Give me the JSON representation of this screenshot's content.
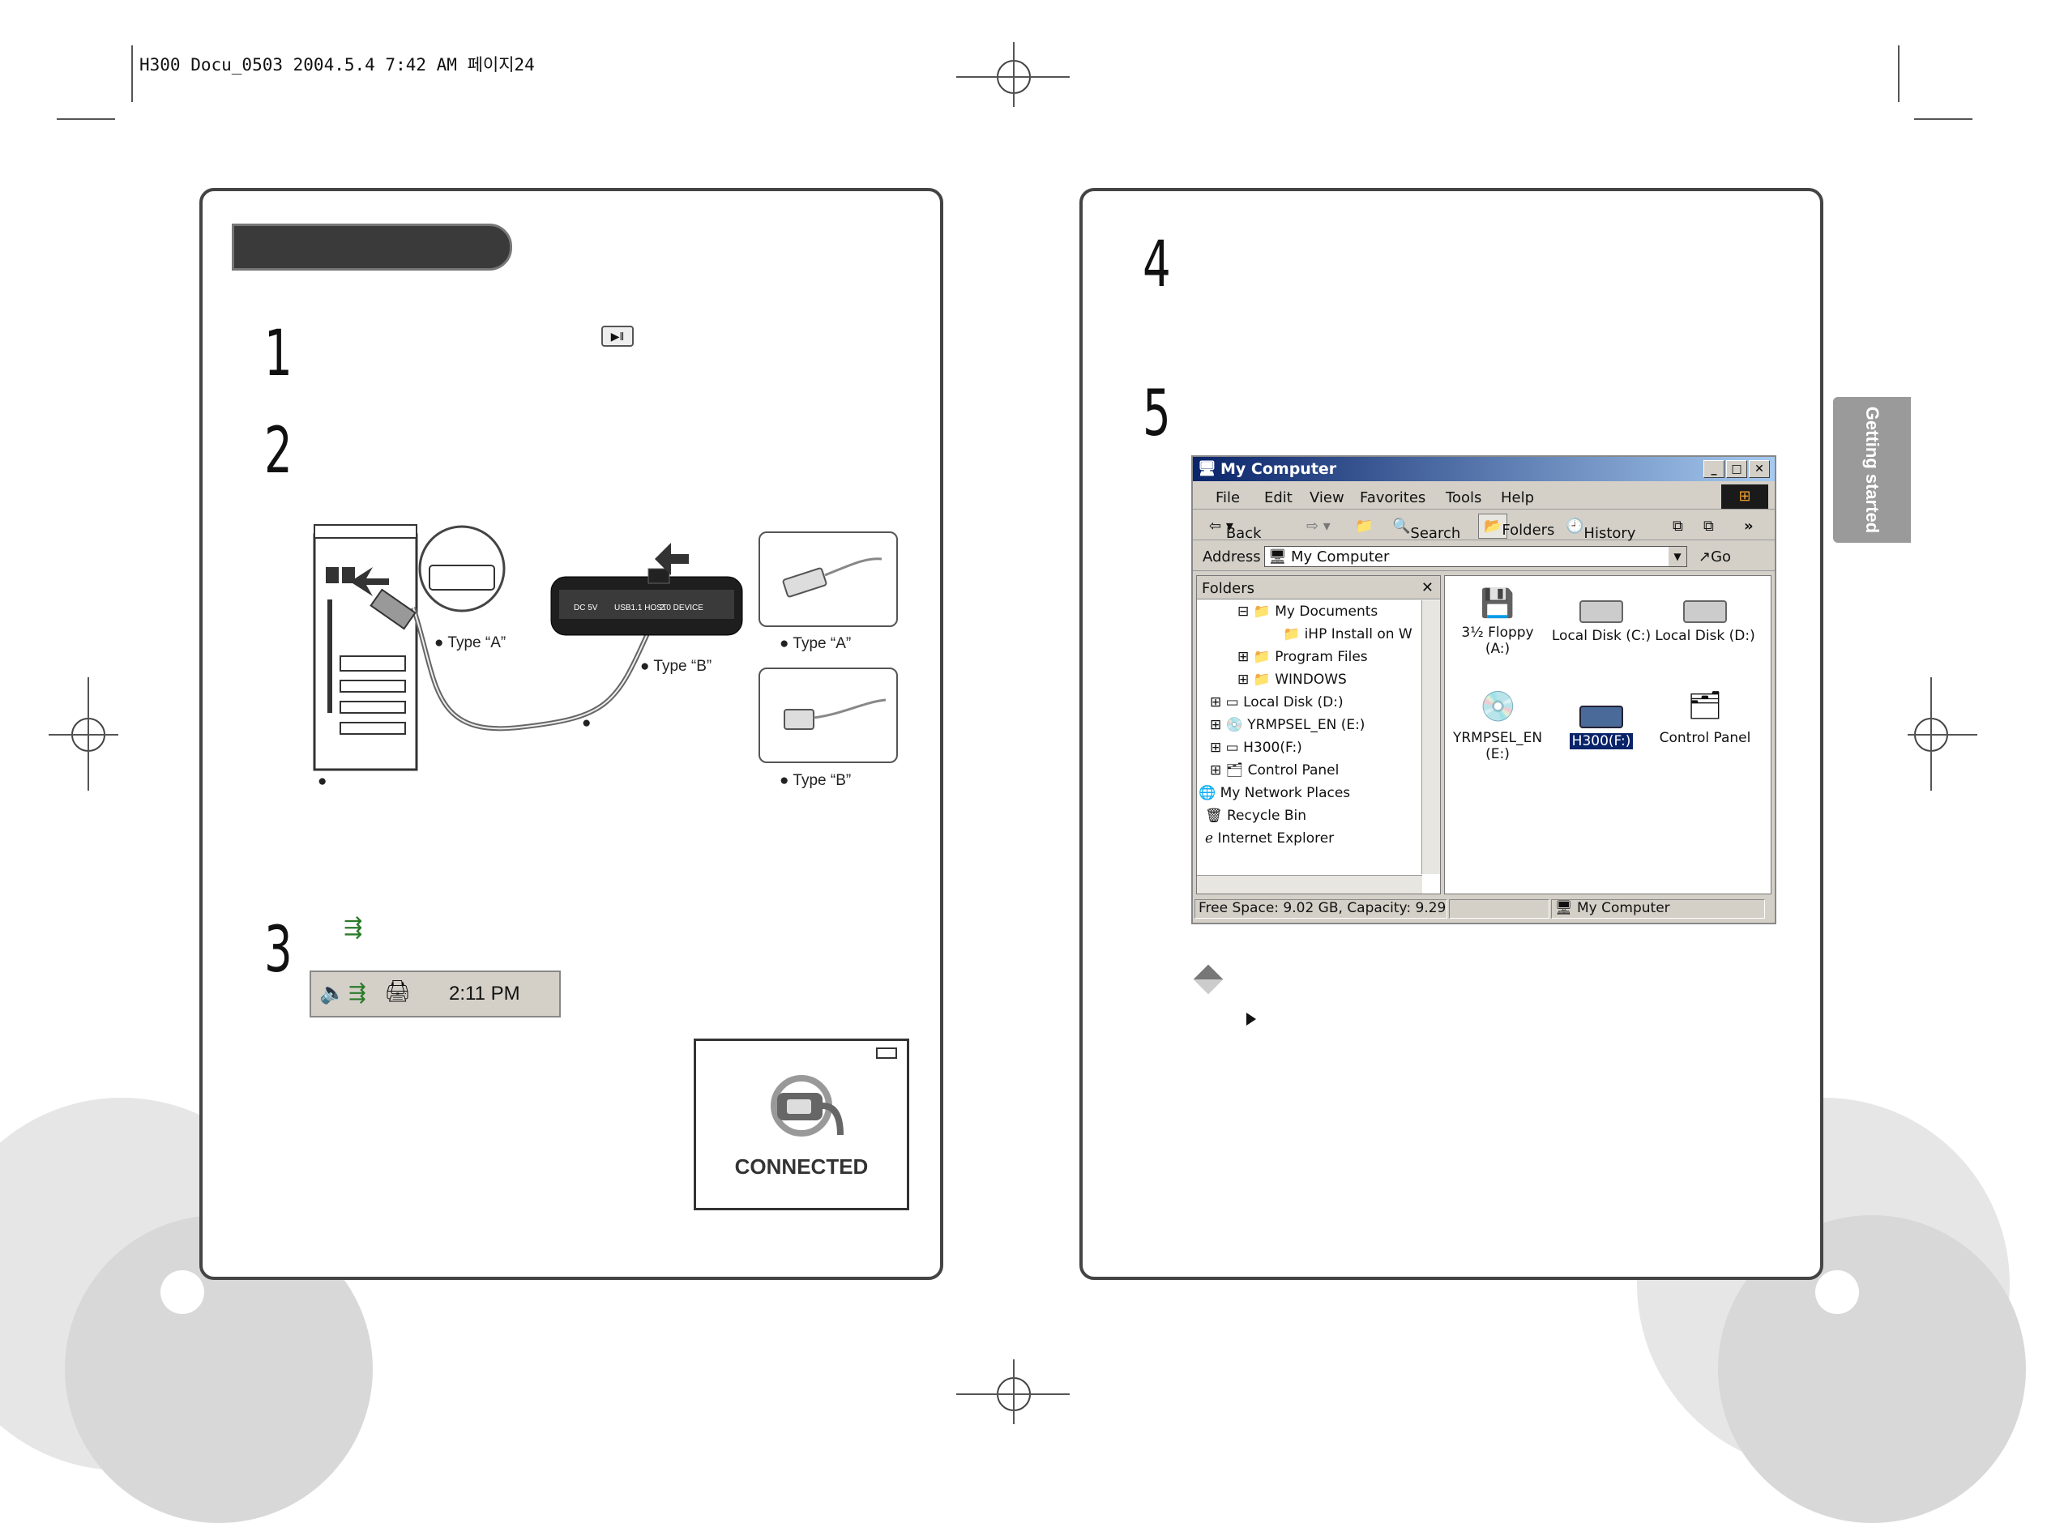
{
  "print_header": "H300 Docu_0503  2004.5.4 7:42 AM 페이지24",
  "left_panel": {
    "step_numbers": [
      "1",
      "2",
      "3"
    ],
    "figure_labels": {
      "type_a_left": "Type “A”",
      "type_b_mid": "Type “B”",
      "type_a_right": "Type “A”",
      "type_b_right": "Type “B”",
      "port_dc": "DC 5V",
      "port_usb_host": "USB1.1 HOST",
      "port_usb_device": "2.0 DEVICE"
    },
    "taskbar_time": "2:11 PM",
    "device_screen_text": "CONNECTED"
  },
  "right_panel": {
    "step_numbers": [
      "4",
      "5"
    ]
  },
  "side_tab": "Getting started",
  "window": {
    "title": "My Computer",
    "menu": [
      "File",
      "Edit",
      "View",
      "Favorites",
      "Tools",
      "Help"
    ],
    "toolbar": {
      "back": "Back",
      "search": "Search",
      "folders": "Folders",
      "history": "History"
    },
    "address_label": "Address",
    "address_value": "My Computer",
    "go_label": "Go",
    "folders_label": "Folders",
    "tree": [
      "My Documents",
      "iHP Install on W",
      "Program Files",
      "WINDOWS",
      "Local Disk (D:)",
      "YRMPSEL_EN (E:)",
      "H300(F:)",
      "Control Panel",
      "My Network Places",
      "Recycle Bin",
      "Internet Explorer"
    ],
    "items": [
      {
        "label": "3½ Floppy",
        "sub": "(A:)"
      },
      {
        "label": "Local Disk (C:)",
        "sub": ""
      },
      {
        "label": "Local Disk (D:)",
        "sub": ""
      },
      {
        "label": "YRMPSEL_EN",
        "sub": "(E:)"
      },
      {
        "label": "H300(F:)",
        "sub": ""
      },
      {
        "label": "Control Panel",
        "sub": ""
      }
    ],
    "status_left": "Free Space: 9.02 GB, Capacity: 9.29",
    "status_right": "My Computer"
  },
  "colors": {
    "title_bar": "#0a246a",
    "selected": "#0a246a",
    "panel_border": "#444444",
    "side_tab": "#9a9a9a"
  }
}
